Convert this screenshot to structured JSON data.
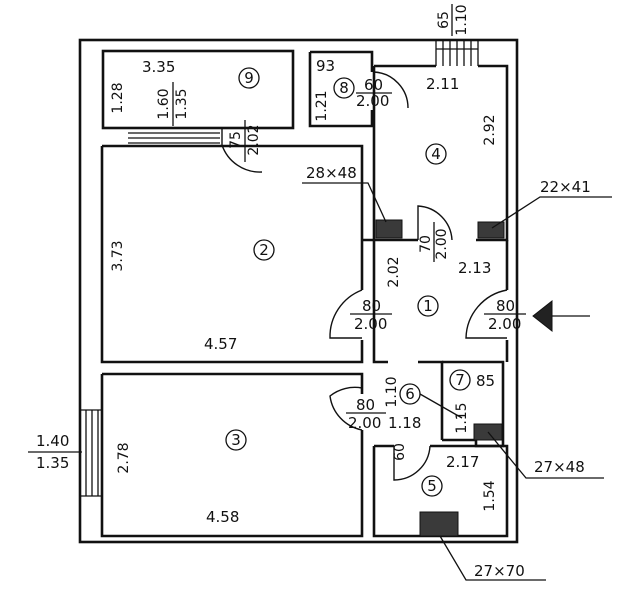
{
  "plan": {
    "rooms": [
      {
        "number": "1"
      },
      {
        "number": "2",
        "width": "4.57",
        "depth": "3.73"
      },
      {
        "number": "3",
        "width": "4.58",
        "depth": "2.78"
      },
      {
        "number": "4",
        "width": "2.11",
        "depth": "2.92"
      },
      {
        "number": "5",
        "width": "2.17",
        "depth": "1.54"
      },
      {
        "number": "6"
      },
      {
        "number": "7",
        "width": "85",
        "depth": "1.15"
      },
      {
        "number": "8",
        "width": "93",
        "depth": "1.21"
      },
      {
        "number": "9",
        "width": "3.35",
        "depth": "1.28"
      }
    ],
    "hall_dims": {
      "left": "2.02",
      "right": "2.13"
    },
    "doors": [
      {
        "id": "entrance",
        "w": "80",
        "h": "2.00"
      },
      {
        "id": "room2",
        "w": "80",
        "h": "2.00"
      },
      {
        "id": "room3",
        "w": "80",
        "h": "2.00"
      },
      {
        "id": "kitchen",
        "w": "70",
        "h": "2.00"
      },
      {
        "id": "room8",
        "w": "60",
        "h": "2.00"
      },
      {
        "id": "balcony",
        "w": "75",
        "h": "2.02"
      },
      {
        "id": "bath",
        "w": "60"
      }
    ],
    "windows": [
      {
        "id": "balcony-window",
        "w": "1.60",
        "h": "1.35"
      },
      {
        "id": "top-window",
        "w": "65",
        "h": "1.10"
      },
      {
        "id": "side-window",
        "w": "1.40",
        "h": "1.35"
      }
    ],
    "corridor": {
      "a": "1.10",
      "b": "1.18"
    },
    "vents": [
      {
        "id": "vent-kitchen-left",
        "size": "28x48"
      },
      {
        "id": "vent-kitchen-right",
        "size": "22x41"
      },
      {
        "id": "vent-room7",
        "size": "27x48"
      },
      {
        "id": "vent-room5",
        "size": "27x70"
      }
    ]
  }
}
